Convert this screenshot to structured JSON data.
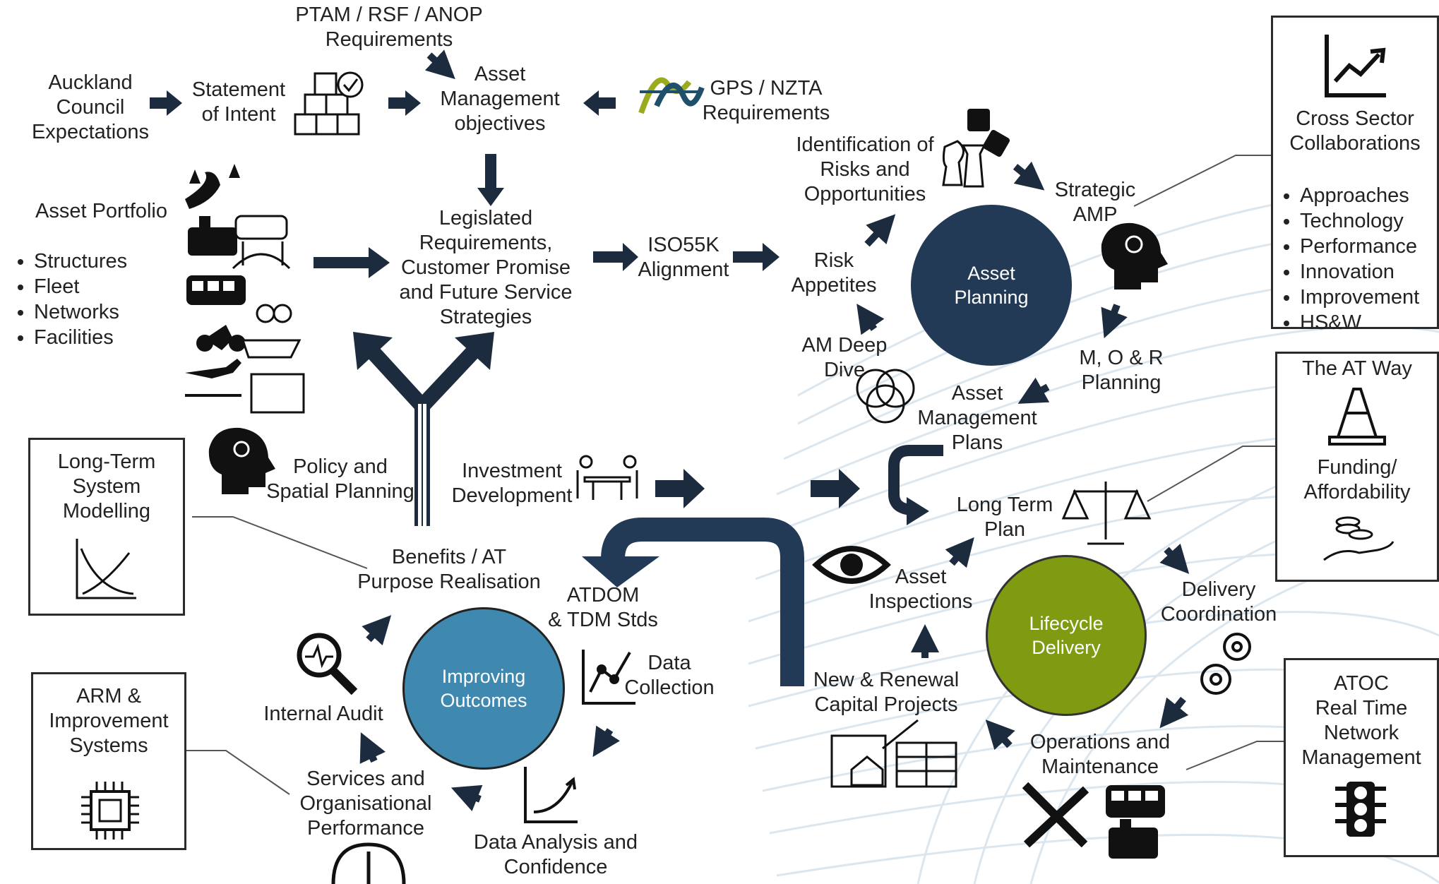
{
  "nodes": {
    "auckland": [
      "Auckland",
      "Council",
      "Expectations"
    ],
    "statement": [
      "Statement",
      "of Intent"
    ],
    "ptam": [
      "PTAM / RSF / ANOP",
      "Requirements"
    ],
    "amobj": [
      "Asset",
      "Management",
      "objectives"
    ],
    "gps": [
      "GPS / NZTA",
      "Requirements"
    ],
    "portfolio_title": "Asset Portfolio",
    "portfolio_items": [
      "Structures",
      "Fleet",
      "Networks",
      "Facilities"
    ],
    "legislated": [
      "Legislated",
      "Requirements,",
      "Customer Promise",
      "and Future Service",
      "Strategies"
    ],
    "iso": [
      "ISO55K",
      "Alignment"
    ],
    "idrisks": [
      "Identification of",
      "Risks and",
      "Opportunities"
    ],
    "riskapp": [
      "Risk",
      "Appetites"
    ],
    "deepdive": [
      "AM Deep",
      "Dive"
    ],
    "strategic": [
      "Strategic",
      "AMP"
    ],
    "mor": [
      "M, O & R",
      "Planning"
    ],
    "amplans": [
      "Asset",
      "Management",
      "Plans"
    ],
    "policy": [
      "Policy and",
      "Spatial Planning"
    ],
    "investment": [
      "Investment",
      "Development"
    ],
    "ltp": [
      "Long Term",
      "Plan"
    ],
    "benefits": [
      "Benefits / AT",
      "Purpose Realisation"
    ],
    "atdom": [
      "ATDOM",
      "& TDM Stds"
    ],
    "datacol": [
      "Data",
      "Collection"
    ],
    "dataanalysis": [
      "Data Analysis and",
      "Confidence"
    ],
    "services": [
      "Services and",
      "Organisational",
      "Performance"
    ],
    "audit": "Internal Audit",
    "inspections": [
      "Asset",
      "Inspections"
    ],
    "capital": [
      "New & Renewal",
      "Capital Projects"
    ],
    "delivery": [
      "Delivery",
      "Coordination"
    ],
    "opsmaint": [
      "Operations and",
      "Maintenance"
    ]
  },
  "hubs": {
    "asset_planning": [
      "Asset",
      "Planning"
    ],
    "lifecycle": [
      "Lifecycle",
      "Delivery"
    ],
    "improving": [
      "Improving",
      "Outcomes"
    ]
  },
  "side_boxes": {
    "cross_sector": {
      "title": [
        "Cross Sector",
        "Collaborations"
      ],
      "items": [
        "Approaches",
        "Technology",
        "Performance",
        "Innovation",
        "Improvement",
        "HS&W"
      ]
    },
    "at_way": {
      "title": "The AT Way",
      "sub": [
        "Funding/",
        "Affordability"
      ]
    },
    "atoc": [
      "ATOC",
      "Real Time",
      "Network",
      "Management"
    ],
    "ltsm": [
      "Long-Term",
      "System",
      "Modelling"
    ],
    "arm": [
      "ARM &",
      "Improvement",
      "Systems"
    ]
  },
  "colors": {
    "arrow": "#1c2b3e",
    "asset_planning": "#233a56",
    "lifecycle": "#7e9b12",
    "improving": "#3f89b0",
    "background_lines": "#dbe6ee"
  }
}
